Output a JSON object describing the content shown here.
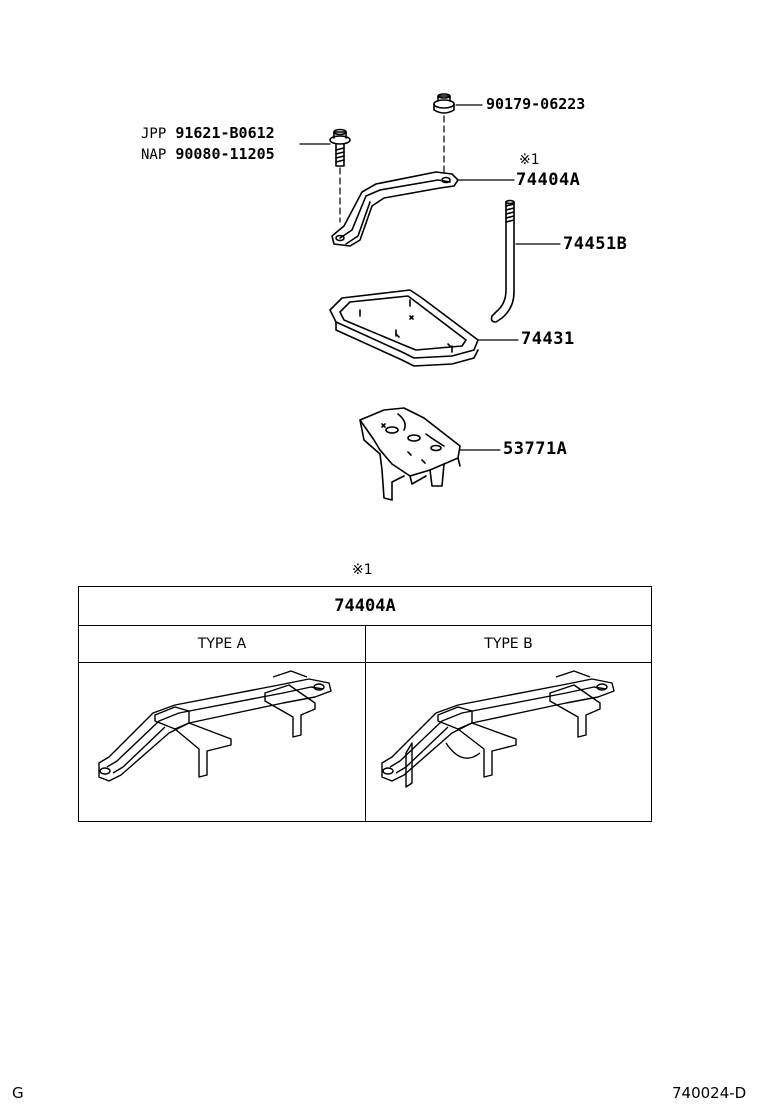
{
  "parts": {
    "bolt_prefix_jpp": "JPP",
    "bolt_part_jpp": "91621-B0612",
    "bolt_prefix_nap": "NAP",
    "bolt_part_nap": "90080-11205",
    "nut_part": "90179-06223",
    "clamp_mark": "※1",
    "clamp_part": "74404A",
    "rod_part": "74451B",
    "tray_part": "74431",
    "bracket_part": "53771A"
  },
  "variants_table": {
    "note_mark": "※1",
    "header": "74404A",
    "col_a": "TYPE A",
    "col_b": "TYPE B"
  },
  "footer": {
    "left": "G",
    "right": "740024-D"
  }
}
